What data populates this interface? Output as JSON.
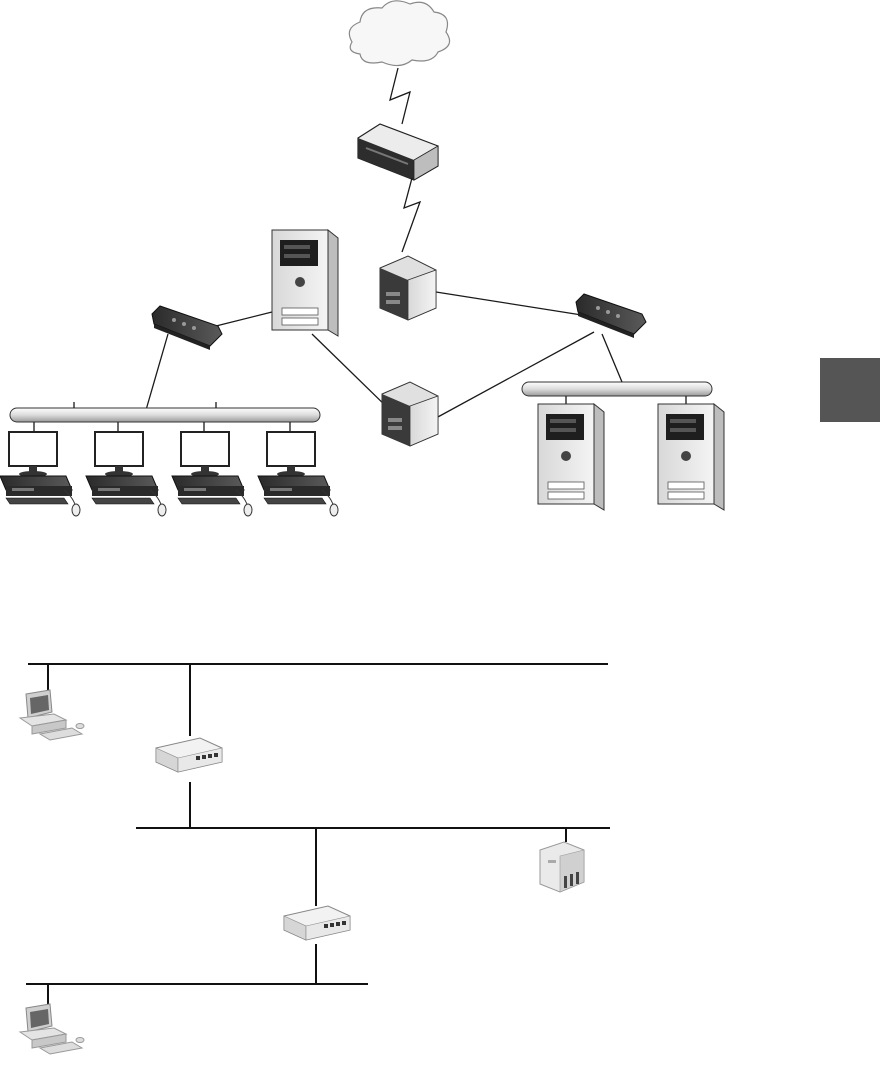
{
  "figure": {
    "top_network": {
      "nodes": [
        {
          "id": "internet",
          "icon": "cloud-icon"
        },
        {
          "id": "modem",
          "icon": "modem-icon"
        },
        {
          "id": "router-top",
          "icon": "router-icon"
        },
        {
          "id": "router-bottom",
          "icon": "router-icon"
        },
        {
          "id": "server-main",
          "icon": "tower-server-icon"
        },
        {
          "id": "hub-left",
          "icon": "hub-icon"
        },
        {
          "id": "hub-right",
          "icon": "hub-icon"
        },
        {
          "id": "bus-left",
          "icon": "bus-segment"
        },
        {
          "id": "bus-right",
          "icon": "bus-segment"
        },
        {
          "id": "workstations",
          "icon": "desktop-workstation-icon",
          "count": 4
        },
        {
          "id": "servers-right",
          "icon": "tower-server-icon",
          "count": 2
        }
      ]
    },
    "bottom_network": {
      "nodes": [
        {
          "id": "pc-top",
          "icon": "desktop-computer-icon"
        },
        {
          "id": "switch-1",
          "icon": "switch-icon"
        },
        {
          "id": "file-server",
          "icon": "server-icon"
        },
        {
          "id": "switch-2",
          "icon": "switch-icon"
        },
        {
          "id": "pc-bottom",
          "icon": "desktop-computer-icon"
        }
      ]
    },
    "colors": {
      "line": "#1a1a1a",
      "tab": "#555555",
      "device_dark": "#333333",
      "device_light": "#e8e8e8"
    }
  }
}
